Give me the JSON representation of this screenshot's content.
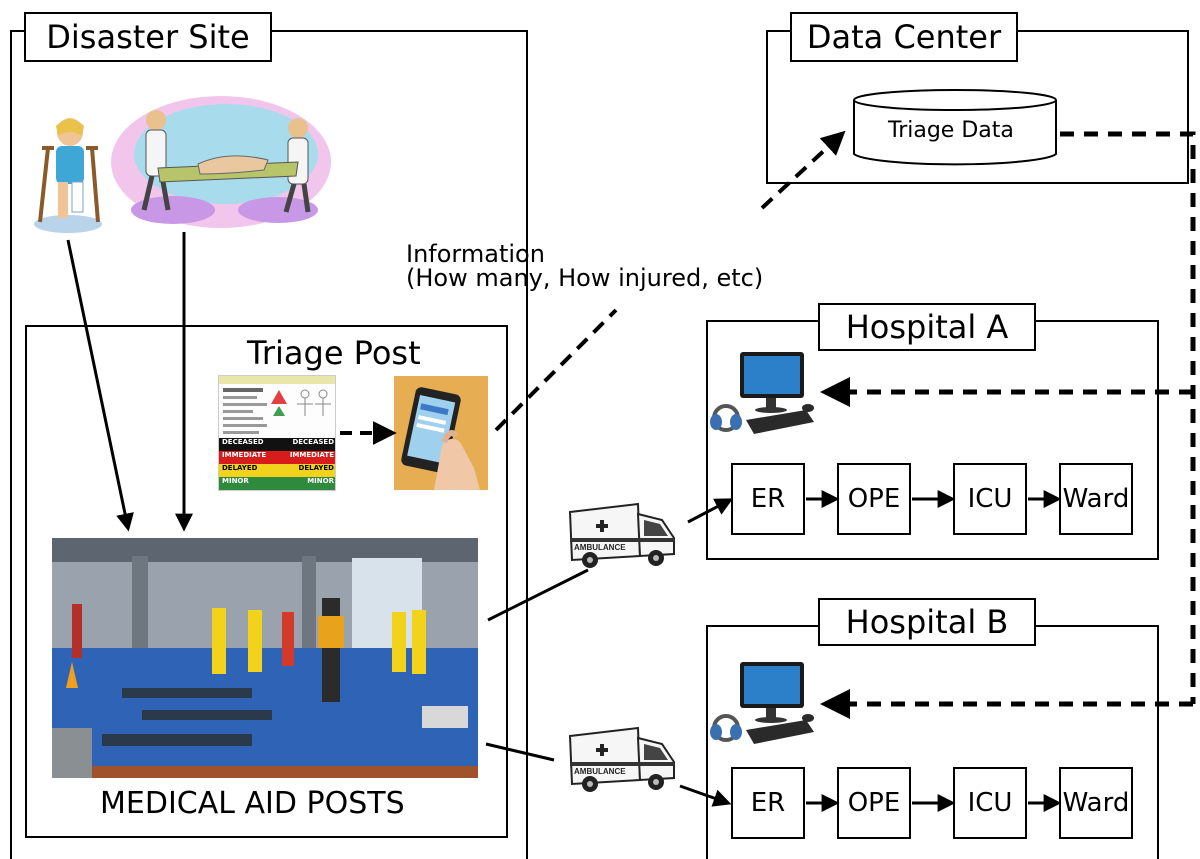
{
  "disaster_site": {
    "title": "Disaster Site",
    "information_label": "Information",
    "information_detail": "(How many, How injured, etc)"
  },
  "triage_post": {
    "title": "Triage Post"
  },
  "triage_tag": {
    "rows": [
      "DECEASED",
      "IMMEDIATE",
      "DELAYED",
      "MINOR"
    ],
    "colors": [
      "#111111",
      "#d81c1c",
      "#f1d21c",
      "#2f8a3d"
    ]
  },
  "medical_aid": {
    "label": "MEDICAL AID POSTS"
  },
  "data_center": {
    "title": "Data Center",
    "database_label": "Triage Data"
  },
  "hospital_a": {
    "title": "Hospital A",
    "departments": [
      "ER",
      "OPE",
      "ICU",
      "Ward"
    ]
  },
  "hospital_b": {
    "title": "Hospital B",
    "departments": [
      "ER",
      "OPE",
      "ICU",
      "Ward"
    ]
  },
  "ambulance": {
    "side_text": "AMBULANCE"
  }
}
